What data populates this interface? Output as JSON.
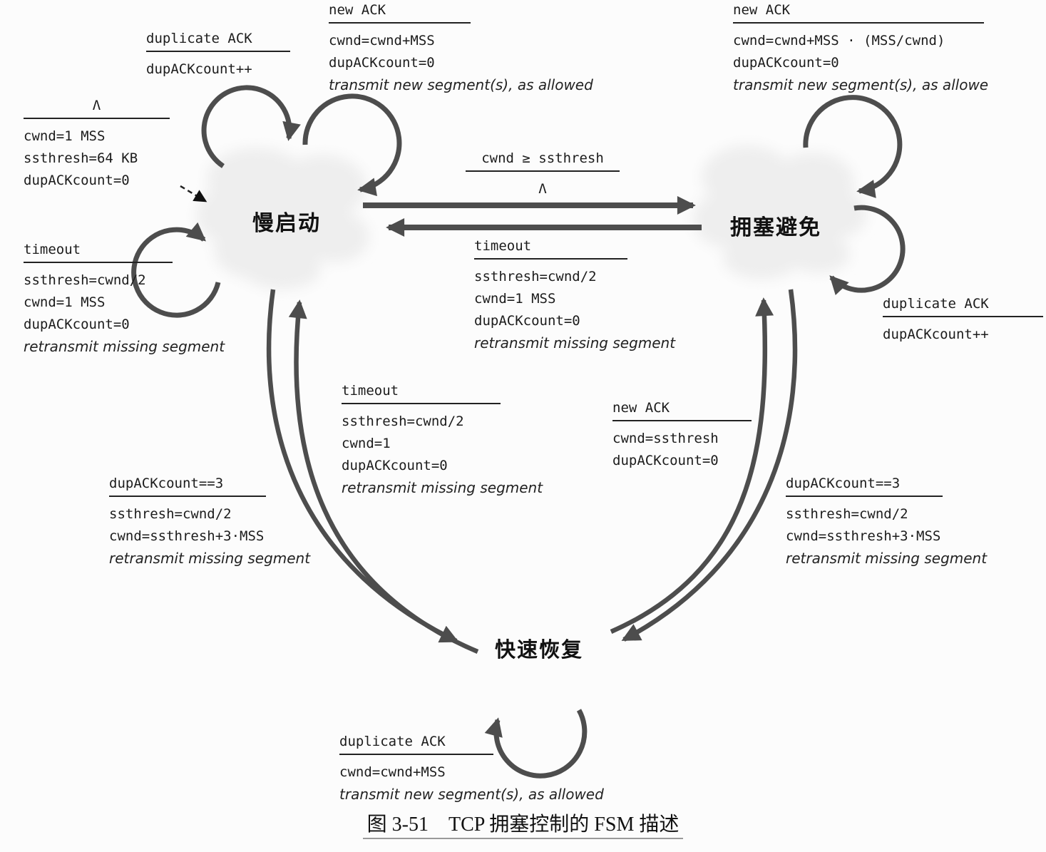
{
  "caption": "图 3-51　TCP 拥塞控制的 FSM 描述",
  "states": {
    "slow_start": "慢启动",
    "congestion_avoidance": "拥塞避免",
    "fast_recovery": "快速恢复"
  },
  "labels": {
    "init": {
      "title": "Λ",
      "lines": [
        "cwnd=1 MSS",
        "ssthresh=64 KB",
        "dupACKcount=0"
      ]
    },
    "ss_dup": {
      "title": "duplicate ACK",
      "lines": [
        "dupACKcount++"
      ]
    },
    "ss_new": {
      "title": "new ACK",
      "lines": [
        "cwnd=cwnd+MSS",
        "dupACKcount=0"
      ],
      "action": "transmit new segment(s), as allowed"
    },
    "ca_new": {
      "title": "new ACK",
      "lines": [
        "cwnd=cwnd+MSS · (MSS/cwnd)",
        "dupACKcount=0"
      ],
      "action": "transmit new segment(s), as allowe"
    },
    "ss_to_ca": {
      "title": "cwnd ≥ ssthresh",
      "lines": [
        "Λ"
      ]
    },
    "ss_timeout": {
      "title": "timeout",
      "lines": [
        "ssthresh=cwnd/2",
        "cwnd=1 MSS",
        "dupACKcount=0"
      ],
      "action": "retransmit missing segment"
    },
    "ca_timeout": {
      "title": "timeout",
      "lines": [
        "ssthresh=cwnd/2",
        "cwnd=1 MSS",
        "dupACKcount=0"
      ],
      "action": "retransmit missing segment"
    },
    "ca_dup": {
      "title": "duplicate ACK",
      "lines": [
        "dupACKcount++"
      ]
    },
    "fr_timeout": {
      "title": "timeout",
      "lines": [
        "ssthresh=cwnd/2",
        "cwnd=1",
        "dupACKcount=0"
      ],
      "action": "retransmit missing segment"
    },
    "fr_new": {
      "title": "new ACK",
      "lines": [
        "cwnd=ssthresh",
        "dupACKcount=0"
      ]
    },
    "ss_dup3": {
      "title": "dupACKcount==3",
      "lines": [
        "ssthresh=cwnd/2",
        "cwnd=ssthresh+3·MSS"
      ],
      "action": "retransmit missing segment"
    },
    "ca_dup3": {
      "title": "dupACKcount==3",
      "lines": [
        "ssthresh=cwnd/2",
        "cwnd=ssthresh+3·MSS"
      ],
      "action": "retransmit missing segment"
    },
    "fr_dup": {
      "title": "duplicate ACK",
      "lines": [
        "cwnd=cwnd+MSS"
      ],
      "action": "transmit new segment(s), as allowed"
    }
  },
  "colors": {
    "arrow": "#4d4d4d",
    "text": "#1c1c1c",
    "cloud": "#eeeeee",
    "background": "#fcfcfc"
  }
}
